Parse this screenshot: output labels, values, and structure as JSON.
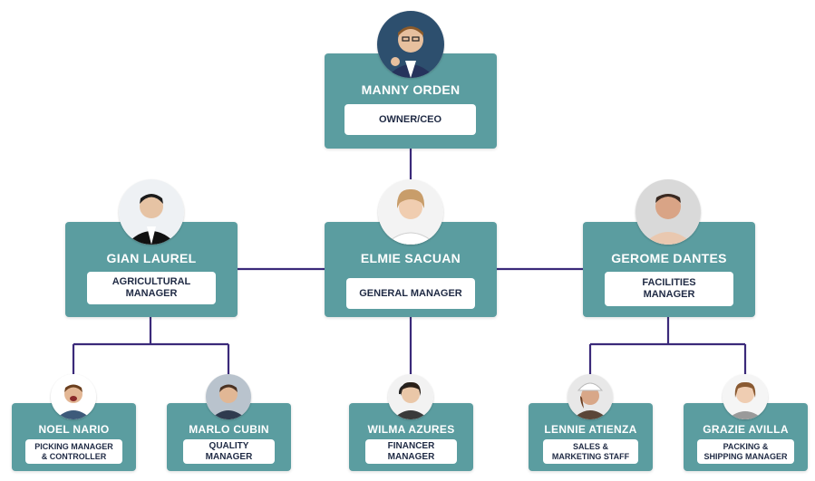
{
  "org": {
    "owner": {
      "name": "MANNY ORDEN",
      "role": "OWNER/CEO",
      "icon": "person-photo-icon"
    },
    "agricultural": {
      "name": "GIAN LAUREL",
      "role": "AGRICULTURAL\nMANAGER",
      "icon": "person-photo-icon"
    },
    "general": {
      "name": "ELMIE SACUAN",
      "role": "GENERAL MANAGER",
      "icon": "person-photo-icon"
    },
    "facilities": {
      "name": "GEROME DANTES",
      "role": "FACILITIES\nMANAGER",
      "icon": "person-photo-icon"
    },
    "picking": {
      "name": "NOEL NARIO",
      "role": "PICKING MANAGER\n& CONTROLLER",
      "icon": "person-photo-icon"
    },
    "quality": {
      "name": "MARLO CUBIN",
      "role": "QUALITY\nMANAGER",
      "icon": "person-photo-icon"
    },
    "financer": {
      "name": "WILMA AZURES",
      "role": "FINANCER\nMANAGER",
      "icon": "person-photo-icon"
    },
    "sales": {
      "name": "LENNIE ATIENZA",
      "role": "SALES &\nMARKETING STAFF",
      "icon": "person-photo-icon"
    },
    "packing": {
      "name": "GRAZIE AVILLA",
      "role": "PACKING &\nSHIPPING MANAGER",
      "icon": "person-photo-icon"
    }
  },
  "colors": {
    "card": "#5b9da0",
    "connector": "#3b2a7a",
    "role_text": "#1f2a44"
  }
}
